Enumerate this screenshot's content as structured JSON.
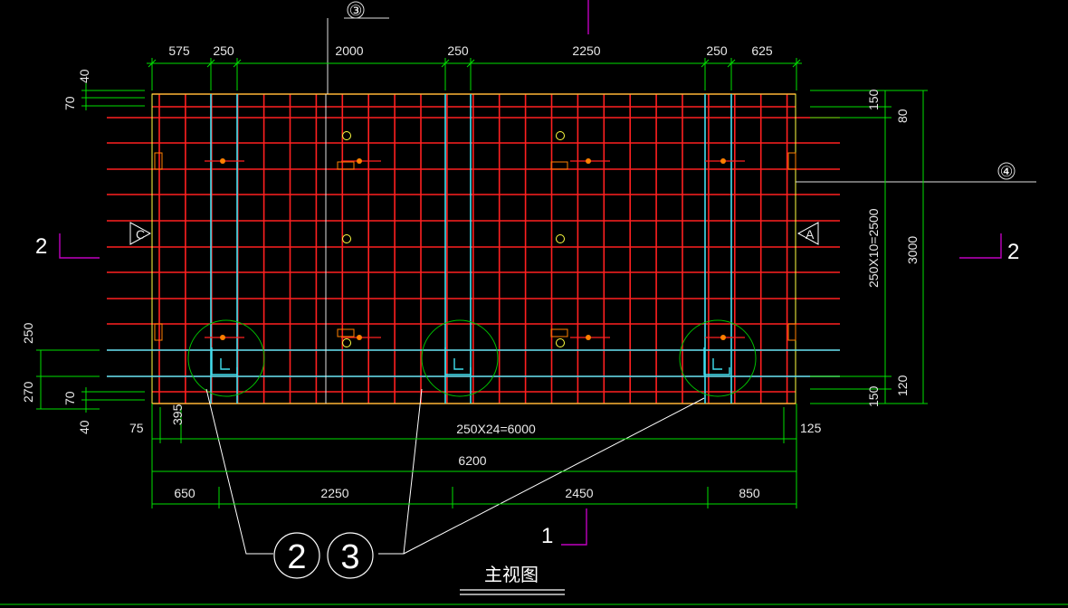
{
  "drawing": {
    "title": "主视图",
    "colors": {
      "background": "#000000",
      "rebar": "#ff2020",
      "cyan_bar": "#40e0f0",
      "dimension": "#00e000",
      "text": "#e8e8e8",
      "outline": "#ffff40",
      "section_mark": "#c000c0",
      "leader": "#ffffff",
      "detail_circle": "#00c000",
      "embed": "#ff8000"
    },
    "top_dims": [
      "575",
      "250",
      "2000",
      "250",
      "2250",
      "250",
      "625"
    ],
    "bottom_dims_row1_left": "75",
    "bottom_dims_row1_395": "395",
    "bottom_dims_row1_main": "250X24=6000",
    "bottom_dims_row1_right": "125",
    "bottom_total": "6200",
    "bottom_dims_row3": [
      "650",
      "2250",
      "2450",
      "850"
    ],
    "left_dims": [
      "40",
      "70",
      "250",
      "270",
      "70",
      "40"
    ],
    "right_dims_inner": [
      "150",
      "80",
      "150",
      "120"
    ],
    "right_dim_spacing": "250X10=2500",
    "right_total": "3000",
    "axis_label_top": "③",
    "axis_label_right": "④",
    "section_left": "2",
    "section_right": "2",
    "section_bottom": "1",
    "detail_callouts": [
      "2",
      "3"
    ],
    "view_marks": [
      "C",
      "A"
    ]
  }
}
